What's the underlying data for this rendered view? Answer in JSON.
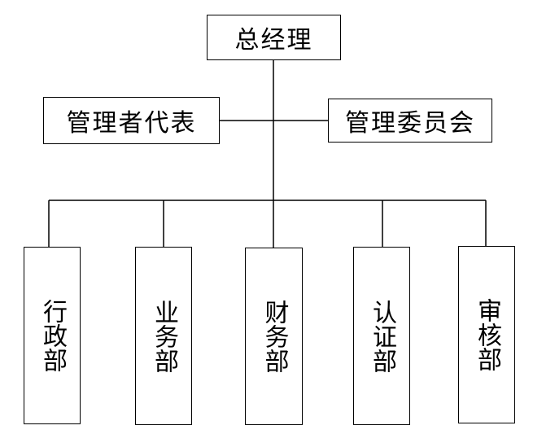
{
  "org_chart": {
    "top": {
      "label": "总经理"
    },
    "advisors": [
      {
        "label": "管理者代表"
      },
      {
        "label": "管理委员会"
      }
    ],
    "departments": [
      {
        "label": "行政部"
      },
      {
        "label": "业务部"
      },
      {
        "label": "财务部"
      },
      {
        "label": "认证部"
      },
      {
        "label": "审核部"
      }
    ]
  }
}
